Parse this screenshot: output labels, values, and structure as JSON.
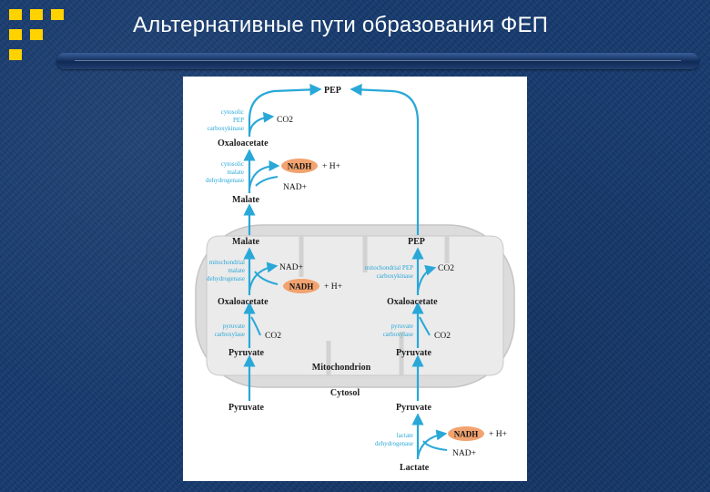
{
  "slide": {
    "title": "Альтернативные пути образования ФЕП"
  },
  "colors": {
    "accent": "#29a8d8",
    "nadh_fill": "#f2a36f",
    "mito_fill": "#dcdcdc",
    "logo": "#ffd200"
  },
  "diagram": {
    "cytosol_top": {
      "pep": "PEP",
      "co2": "CO2",
      "pepck_enzyme": [
        "cytosolic",
        "PEP",
        "carboxykinase"
      ],
      "oaa": "Oxaloacetate",
      "mdh_enzyme": [
        "cytosolic",
        "malate",
        "dehydrogenase"
      ],
      "nadh": "NADH",
      "h": "+ H+",
      "nad": "NAD+",
      "malate": "Malate"
    },
    "mitochondrion": {
      "label": "Mitochondrion",
      "left": {
        "malate": "Malate",
        "mdh_enzyme": [
          "mitochondrial",
          "malate",
          "dehydrogenase"
        ],
        "nad": "NAD+",
        "nadh": "NADH",
        "h": "+ H+",
        "oaa": "Oxaloacetate",
        "pc_enzyme": [
          "pyruvate",
          "carboxylase"
        ],
        "co2": "CO2",
        "pyruvate": "Pyruvate"
      },
      "right": {
        "pep": "PEP",
        "pepck_enzyme": [
          "mitochondrial PEP",
          "carboxykinase"
        ],
        "co2": "CO2",
        "oaa": "Oxaloacetate",
        "pc_enzyme": [
          "pyruvate",
          "carboxylase"
        ],
        "co2b": "CO2",
        "pyruvate": "Pyruvate"
      }
    },
    "cytosol_label": "Cytosol",
    "cytosol_bottom": {
      "left_pyruvate": "Pyruvate",
      "right_pyruvate": "Pyruvate",
      "ldh_enzyme": [
        "lactate",
        "dehydrogenase"
      ],
      "nadh": "NADH",
      "h": "+ H+",
      "nad": "NAD+",
      "lactate": "Lactate"
    }
  }
}
